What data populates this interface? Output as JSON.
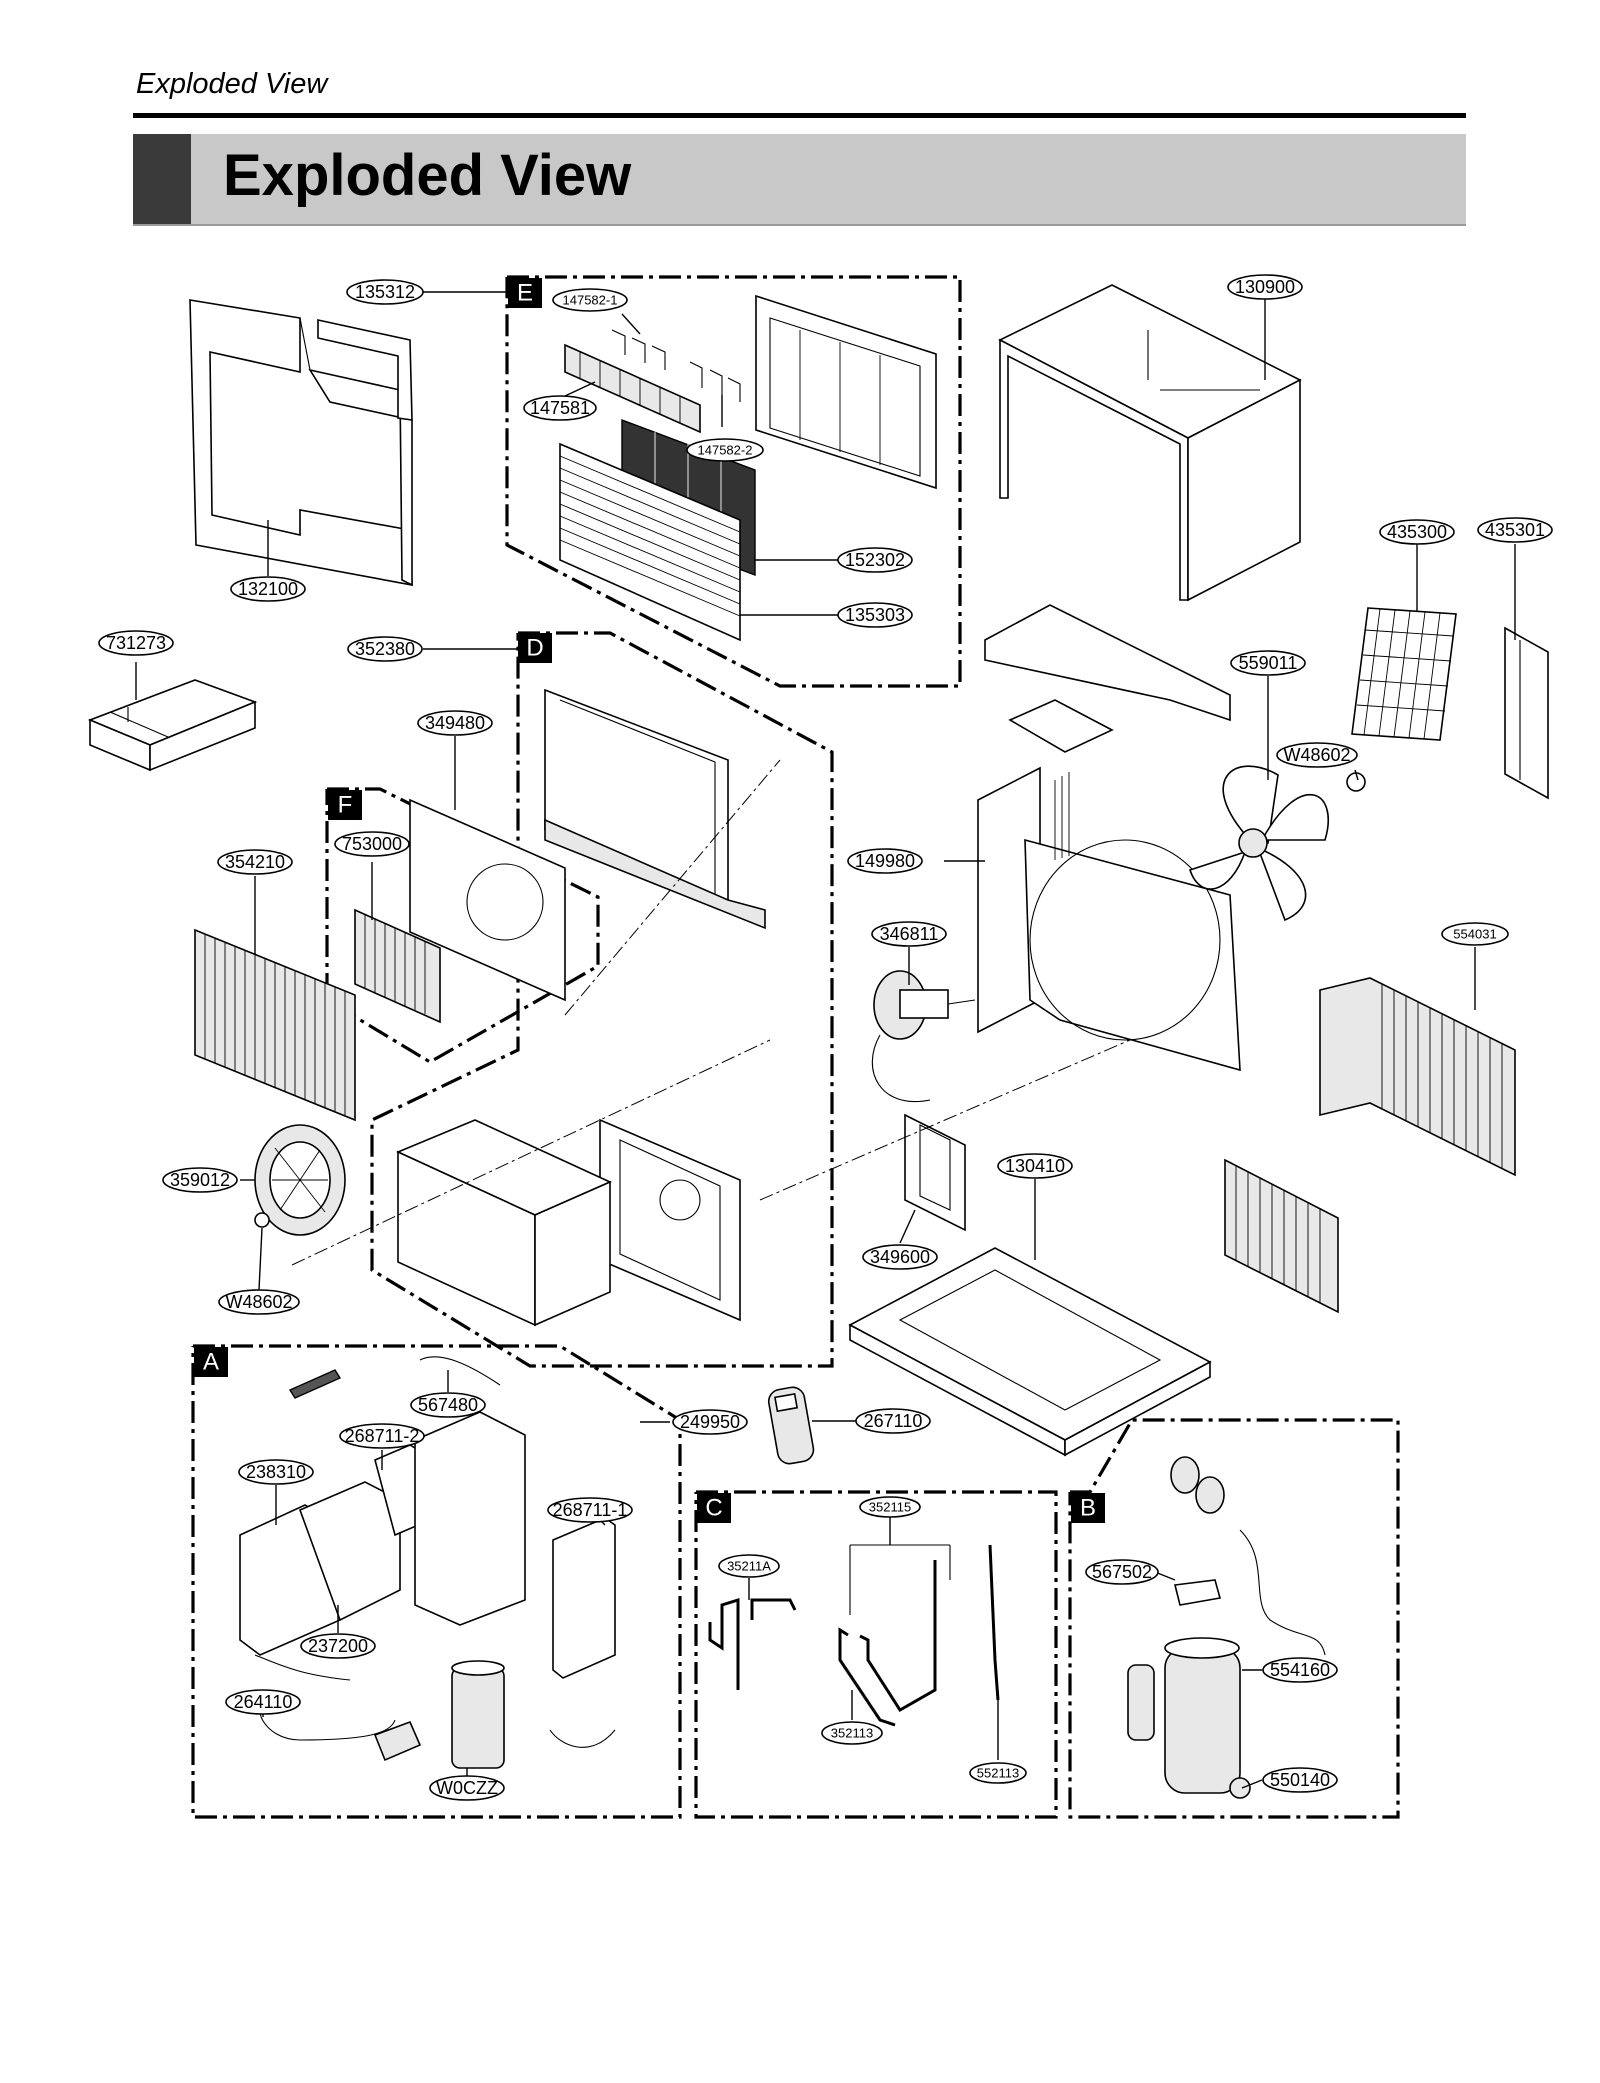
{
  "header": {
    "running_title": "Exploded View"
  },
  "title": "Exploded View",
  "sections": [
    "A",
    "B",
    "C",
    "D",
    "E",
    "F"
  ],
  "part_labels": [
    "135312",
    "147582-1",
    "147581",
    "147582-2",
    "152302",
    "135303",
    "130900",
    "435300",
    "435301",
    "132100",
    "731273",
    "352380",
    "349480",
    "753000",
    "354210",
    "559011",
    "W48602",
    "149980",
    "346811",
    "554031",
    "359012",
    "W48602",
    "349600",
    "130410",
    "567480",
    "249950",
    "268711-2",
    "238310",
    "268711-1",
    "237200",
    "264110",
    "W0CZZ",
    "267110",
    "352115",
    "35211A",
    "352113",
    "552113",
    "567502",
    "554160",
    "550140"
  ]
}
